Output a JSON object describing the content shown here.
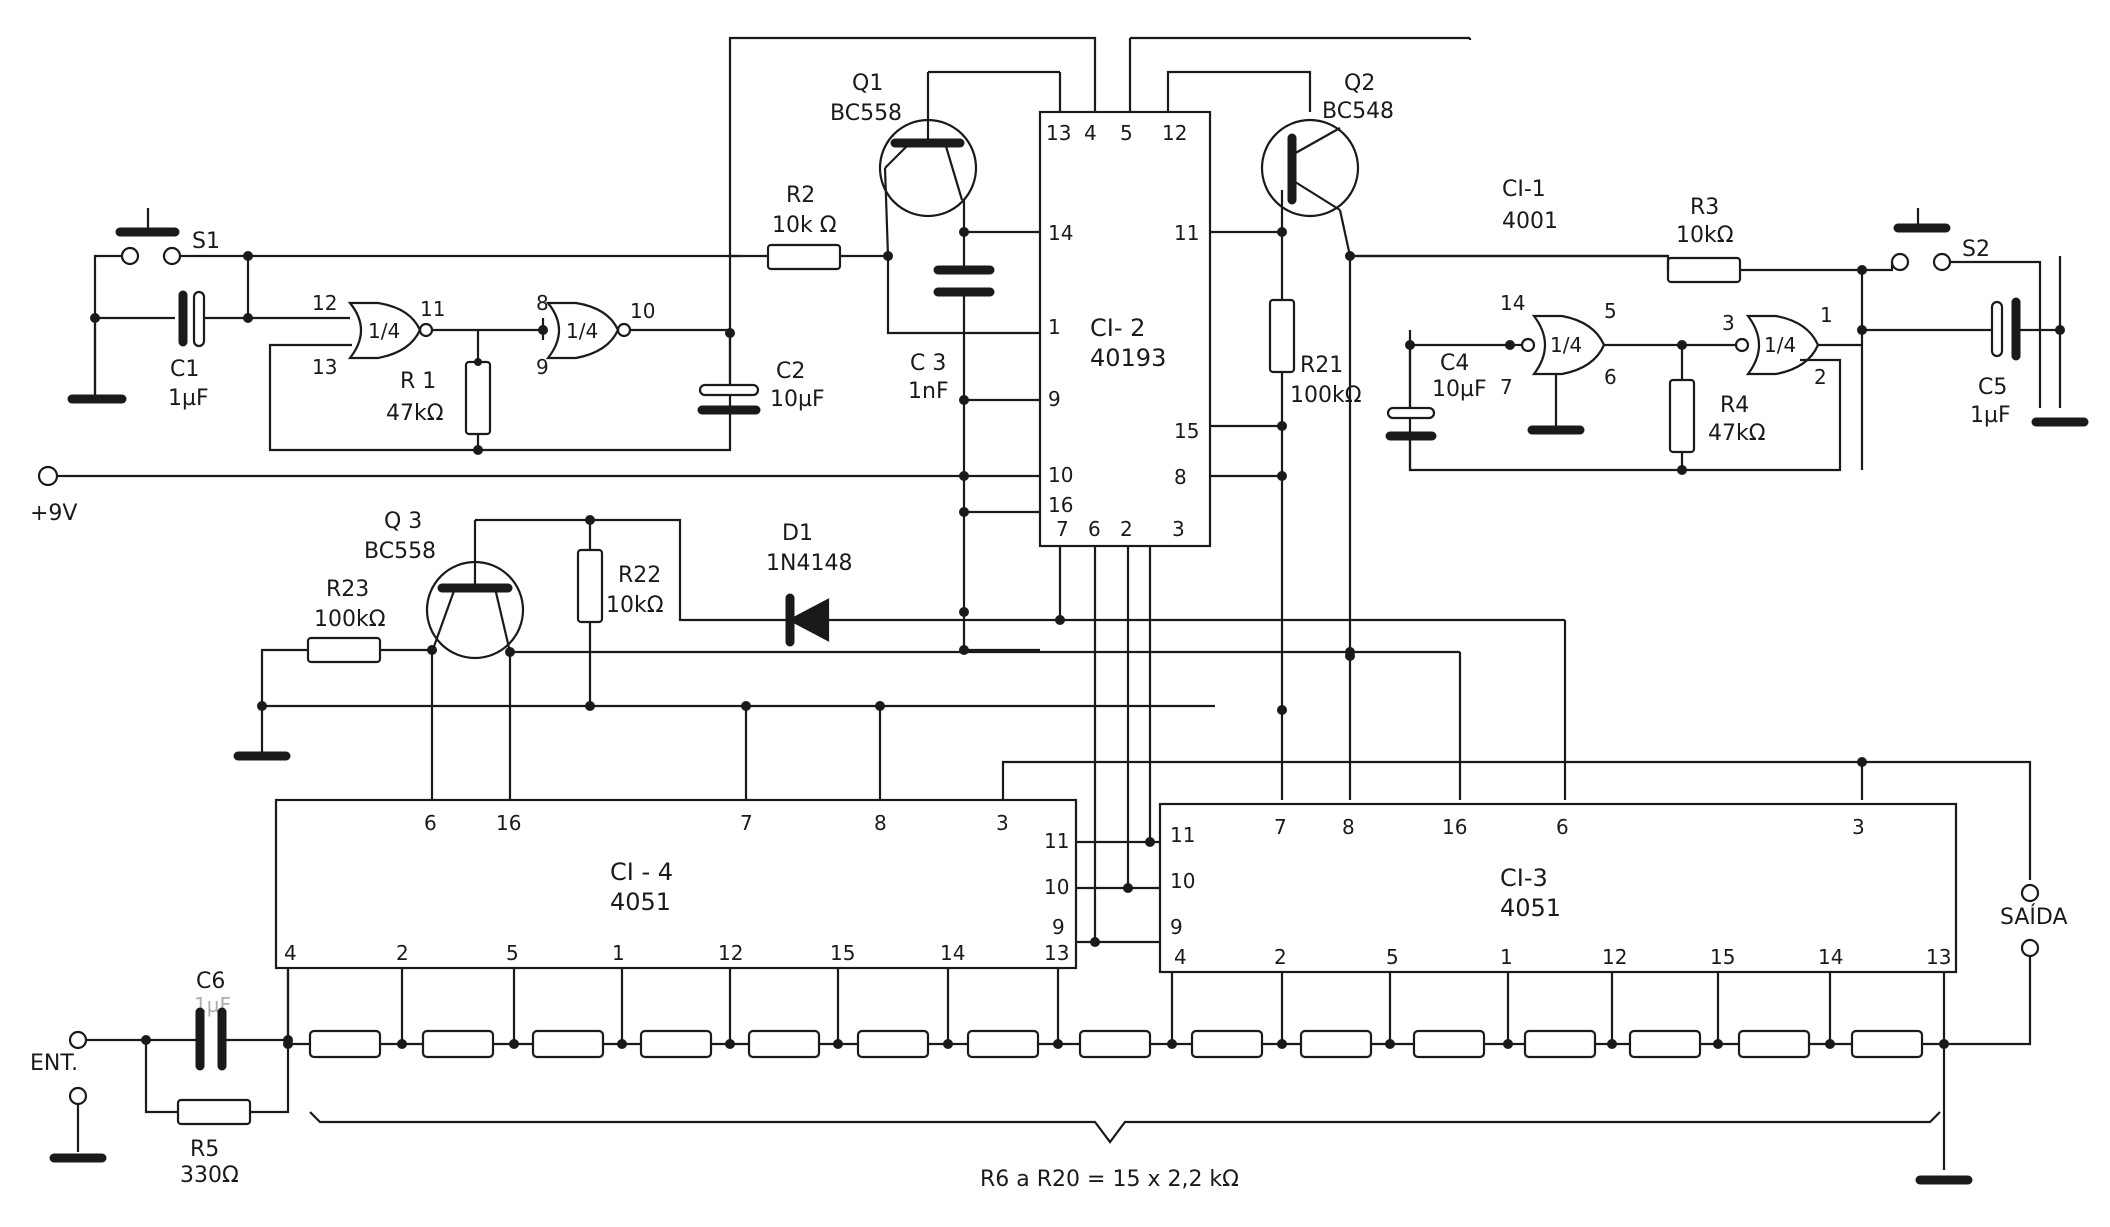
{
  "components": {
    "S1": {
      "ref": "S1"
    },
    "S2": {
      "ref": "S2"
    },
    "C1": {
      "ref": "C1",
      "value": "1µF"
    },
    "C2": {
      "ref": "C2",
      "value": "10µF"
    },
    "C3": {
      "ref": "C 3",
      "value": "1nF"
    },
    "C4": {
      "ref": "C4",
      "value": "10µF"
    },
    "C5": {
      "ref": "C5",
      "value": "1µF"
    },
    "C6": {
      "ref": "C6",
      "value": "1µF"
    },
    "R1": {
      "ref": "R 1",
      "value": "47kΩ"
    },
    "R2": {
      "ref": "R2",
      "value": "10k Ω"
    },
    "R3": {
      "ref": "R3",
      "value": "10kΩ"
    },
    "R4": {
      "ref": "R4",
      "value": "47kΩ"
    },
    "R5": {
      "ref": "R5",
      "value": "330Ω"
    },
    "R21": {
      "ref": "R21",
      "value": "100kΩ"
    },
    "R22": {
      "ref": "R22",
      "value": "10kΩ"
    },
    "R23": {
      "ref": "R23",
      "value": "100kΩ"
    },
    "Q1": {
      "ref": "Q1",
      "value": "BC558"
    },
    "Q2": {
      "ref": "Q2",
      "value": "BC548"
    },
    "Q3": {
      "ref": "Q 3",
      "value": "BC558"
    },
    "D1": {
      "ref": "D1",
      "value": "1N4148"
    },
    "CI1": {
      "ref": "CI-1",
      "value": "4001"
    },
    "CI2": {
      "ref": "CI- 2",
      "value": "40193"
    },
    "CI3": {
      "ref": "CI-3",
      "value": "4051"
    },
    "CI4": {
      "ref": "CI - 4",
      "value": "4051"
    },
    "gate_fraction": "1/4"
  },
  "labels": {
    "supply": "+9V",
    "input": "ENT.",
    "output": "SAÍDA",
    "resistor_chain": "R6 a R20 = 15 x 2,2 kΩ"
  },
  "pins": {
    "ci2_top": [
      "13",
      "4",
      "5",
      "12"
    ],
    "ci2_left": [
      "14",
      "1",
      "9",
      "10",
      "16",
      "7"
    ],
    "ci2_bottom": [
      "6",
      "2",
      "3"
    ],
    "ci2_right": [
      "11",
      "15",
      "8"
    ],
    "ci4_top": [
      "6",
      "16",
      "7",
      "8",
      "3"
    ],
    "ci4_right": [
      "11",
      "10",
      "9",
      "13"
    ],
    "ci4_bottom": [
      "4",
      "2",
      "5",
      "1",
      "12",
      "15",
      "14"
    ],
    "ci3_top": [
      "7",
      "8",
      "16",
      "6",
      "3"
    ],
    "ci3_left": [
      "11",
      "10",
      "9"
    ],
    "ci3_bottom": [
      "4",
      "2",
      "5",
      "1",
      "12",
      "15",
      "14",
      "13"
    ],
    "gate_a": [
      "12",
      "13",
      "11"
    ],
    "gate_b": [
      "8",
      "9",
      "10"
    ],
    "gate_c": [
      "14",
      "7",
      "5",
      "6"
    ],
    "gate_d": [
      "3",
      "2",
      "1"
    ]
  }
}
